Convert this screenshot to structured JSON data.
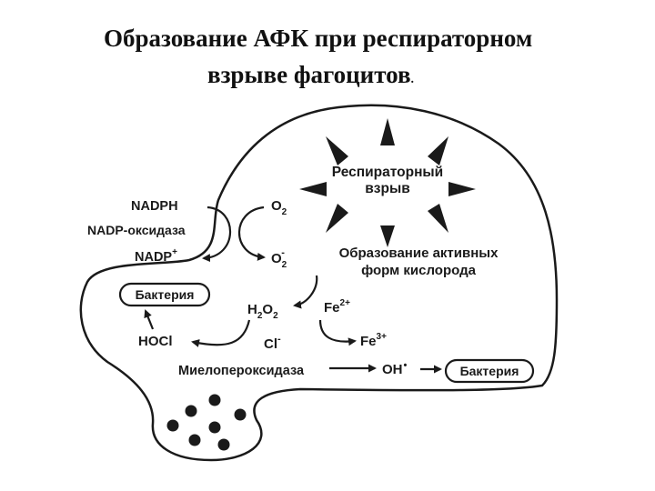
{
  "title": {
    "line1": "Образование АФК при респираторном",
    "line2": "взрыве фагоцитов",
    "line2_end": "."
  },
  "diagram": {
    "respiratory_burst": [
      "Респираторный",
      "взрыв"
    ],
    "ros_formation": [
      "Образование активных",
      "форм кислорода"
    ],
    "nadph": "NADPH",
    "nadp_oxidase": "NADP-оксидаза",
    "nadp_plus": "NADP",
    "nadp_plus_sup": "+",
    "o2": "O",
    "o2_sub": "2",
    "superoxide": "O",
    "superoxide_sub": "2",
    "superoxide_sup": "-",
    "h2o2": [
      "H",
      "2",
      "O",
      "2"
    ],
    "fe2": "Fe",
    "fe2_sup": "2+",
    "fe3": "Fe",
    "fe3_sup": "3+",
    "hocl": "HOCl",
    "cl": "Cl",
    "cl_sup": "-",
    "myeloperoxidase": "Миелопероксидаза",
    "hydroxyl": "OH",
    "hydroxyl_dot": "•",
    "bacterium_left": "Бактерия",
    "bacterium_right": "Бактерия"
  },
  "colors": {
    "ink": "#1a1a1a",
    "background": "#ffffff"
  }
}
